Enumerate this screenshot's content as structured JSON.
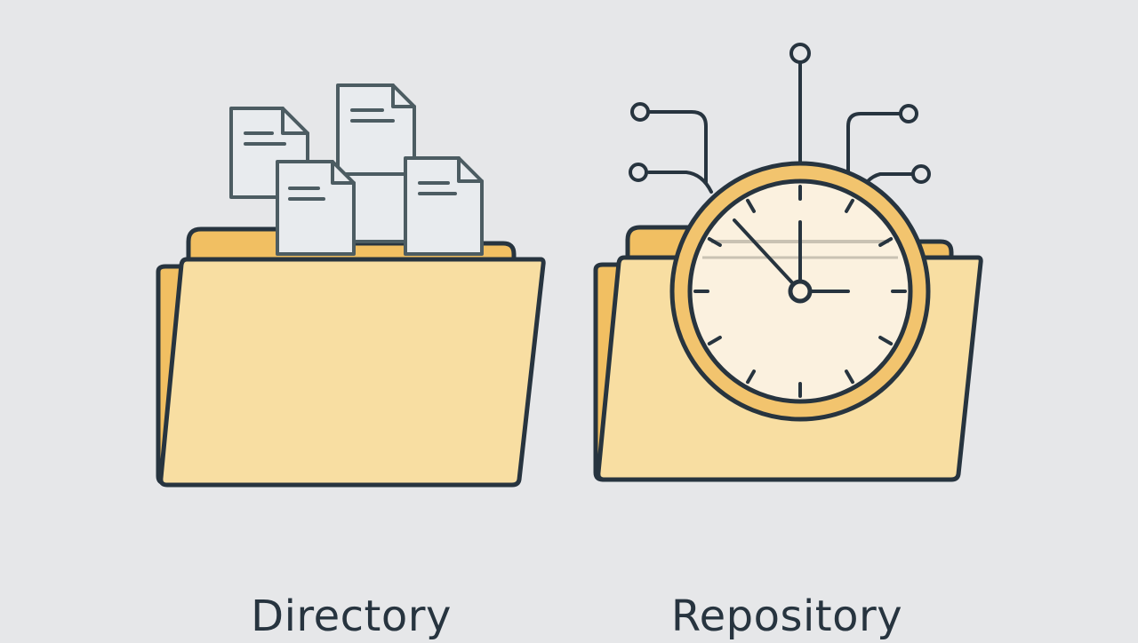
{
  "panels": [
    {
      "id": "directory",
      "label": "Directory",
      "illustration": "folder-with-documents-icon"
    },
    {
      "id": "repository",
      "label": "Repository",
      "illustration": "folder-with-clock-and-branches-icon"
    }
  ],
  "colors": {
    "background": "#e6e7e9",
    "outline": "#27343f",
    "folder_fill": "#f6d58e",
    "folder_front": "#f8dea2",
    "folder_tab": "#f1bf62",
    "clock_ring": "#f2c46e",
    "clock_face": "#fbf1df",
    "document_fill": "#e8ebee",
    "document_stroke": "#4c5c62"
  }
}
